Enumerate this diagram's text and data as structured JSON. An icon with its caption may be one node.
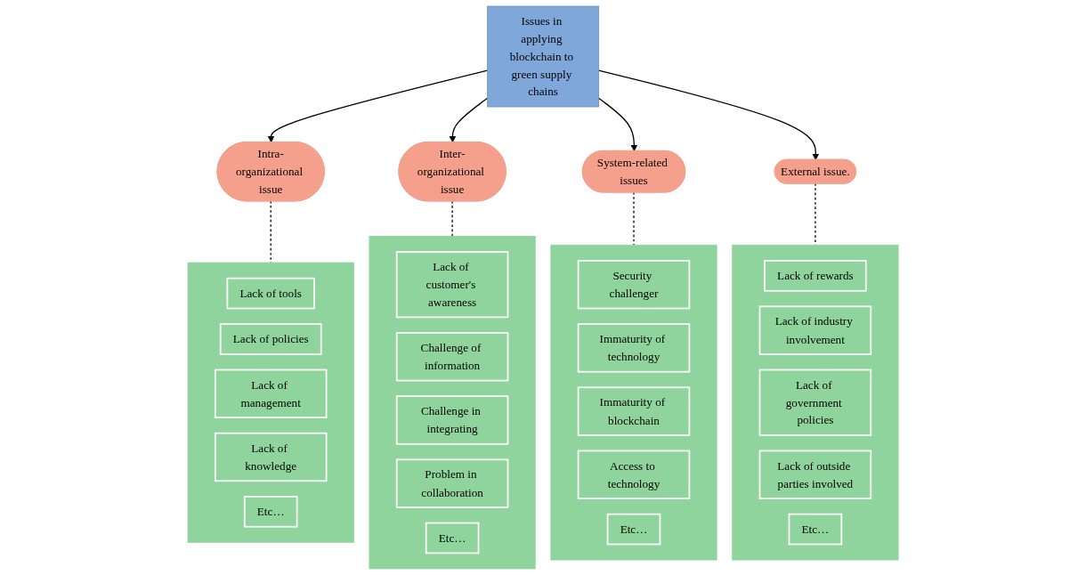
{
  "diagram": {
    "nodes": [
      {
        "text": [
          "Issues in applying blockchain to green supply chains"
        ]
      },
      {
        "text": [
          "Intra-organizational issue"
        ]
      },
      {
        "text": [
          "Inter-organizational issue"
        ]
      },
      {
        "text": [
          "System-related issues"
        ]
      },
      {
        "text": [
          "External issue."
        ]
      },
      {
        "text": [],
        "shape": "box"
      },
      {
        "text": [
          "Lack of tools"
        ],
        "in": 5
      },
      {
        "text": [
          "Lack of policies"
        ],
        "in": 5
      },
      {
        "text": [
          "Lack of management"
        ],
        "in": 5
      },
      {
        "text": [
          "Lack of knowledge"
        ],
        "in": 5
      },
      {
        "text": [
          "Etc…"
        ],
        "in": 5
      },
      {
        "text": [],
        "shape": "box"
      },
      {
        "text": [
          "Lack of customer's awareness"
        ],
        "in": 11
      },
      {
        "text": [
          "Challenge of information"
        ],
        "in": 11
      },
      {
        "text": [
          "Challenge in integrating"
        ],
        "in": 11
      },
      {
        "text": [
          "Problem in collaboration"
        ],
        "in": 11
      },
      {
        "text": [
          "Etc…"
        ],
        "in": 11
      },
      {
        "text": [],
        "shape": "box"
      },
      {
        "text": [
          "Security challenger"
        ],
        "in": 17
      },
      {
        "text": [
          "Immaturity of technology"
        ],
        "in": 17
      },
      {
        "text": [
          "Immaturity of blockchain"
        ],
        "in": 17
      },
      {
        "text": [
          "Access to technology"
        ],
        "in": 17
      },
      {
        "text": [
          "Etc…"
        ],
        "in": 17
      },
      {
        "text": [],
        "shape": "box"
      },
      {
        "text": [
          "Lack of rewards"
        ],
        "in": 23
      },
      {
        "text": [
          "Lack of industry involvement"
        ],
        "in": 23
      },
      {
        "text": [
          "Lack of government policies"
        ],
        "in": 23
      },
      {
        "text": [
          "Lack of outside parties involved"
        ],
        "in": 23
      },
      {
        "text": [
          "Etc…"
        ],
        "in": 23
      }
    ],
    "edges": [
      {
        "from": 0,
        "to": 1,
        "arrow": "to"
      },
      {
        "from": 0,
        "to": 2,
        "arrow": "to"
      },
      {
        "from": 0,
        "to": 3,
        "arrow": "to"
      },
      {
        "from": 0,
        "to": 4,
        "arrow": "to"
      },
      {
        "from": 1,
        "to": 5,
        "arrow": "none",
        "style": "dashed"
      },
      {
        "from": 2,
        "to": 11,
        "arrow": "none",
        "style": "dashed"
      },
      {
        "from": 3,
        "to": 17,
        "arrow": "none",
        "style": "dashed"
      },
      {
        "from": 4,
        "to": 23,
        "arrow": "none",
        "style": "dashed"
      }
    ]
  }
}
